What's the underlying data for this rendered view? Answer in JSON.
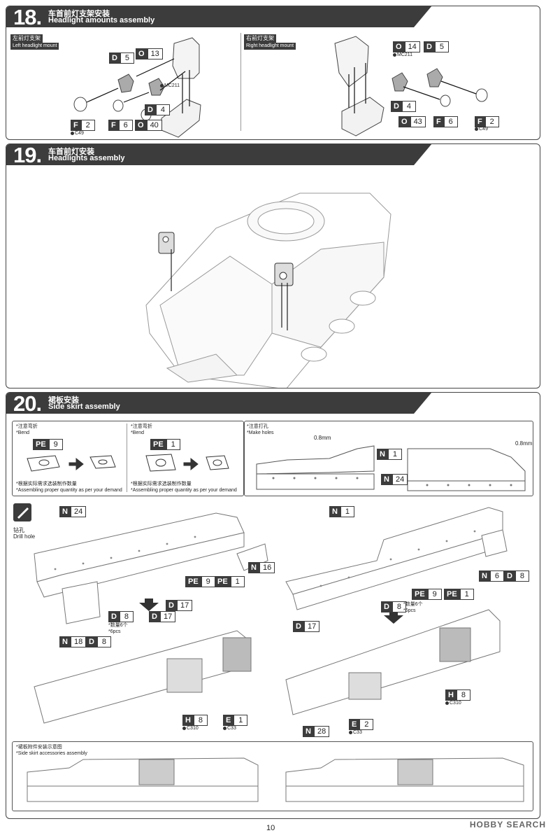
{
  "step18": {
    "number": "18.",
    "title_cn": "车首前灯支架安装",
    "title_en": "Headlight amounts assembly",
    "left_tag_cn": "左前灯支架",
    "left_tag_en": "Left headlight mount",
    "right_tag_cn": "右前灯支架",
    "right_tag_en": "Right headlight mount",
    "parts": {
      "d5": [
        "D",
        "5"
      ],
      "o13": [
        "O",
        "13"
      ],
      "d4": [
        "D",
        "4"
      ],
      "f2": [
        "F",
        "2"
      ],
      "f6": [
        "F",
        "6"
      ],
      "o40": [
        "O",
        "40"
      ],
      "o14": [
        "O",
        "14"
      ],
      "d5r": [
        "D",
        "5"
      ],
      "d4r": [
        "D",
        "4"
      ],
      "o43": [
        "O",
        "43"
      ],
      "f6r": [
        "F",
        "6"
      ],
      "f2r": [
        "F",
        "2"
      ]
    },
    "codes": {
      "mc211": "MC211",
      "c49": "C49",
      "mc211r": "MC211",
      "c49r": "C49"
    }
  },
  "step19": {
    "number": "19.",
    "title_cn": "车首前灯安装",
    "title_en": "Headlights assembly"
  },
  "step20": {
    "number": "20.",
    "title_cn": "裙板安装",
    "title_en": "Side skirt assembly",
    "bend_cn": "*注意弯折",
    "bend_en": "*Bend",
    "bend2_cn": "*注意弯折",
    "bend2_en": "*Bend",
    "holes_cn": "*注意打孔",
    "holes_en": "*Make holes",
    "pe9": [
      "PE",
      "9"
    ],
    "pe1": [
      "PE",
      "1"
    ],
    "qty_cn": "*根据实际需求选装制作数量",
    "qty_en": "*Assembling proper quantity as per your demand",
    "qty2_cn": "*根据实际需求选装制作数量",
    "qty2_en": "*Assembling proper quantity as per your demand",
    "mm1": "0.8mm",
    "mm2": "0.8mm",
    "n1a": [
      "N",
      "1"
    ],
    "n24a": [
      "N",
      "24"
    ],
    "drill_cn": "钻孔",
    "drill_en": "Drill hole",
    "left": {
      "n24": [
        "N",
        "24"
      ],
      "n16": [
        "N",
        "16"
      ],
      "pe9": [
        "PE",
        "9"
      ],
      "pe1": [
        "PE",
        "1"
      ],
      "d17a": [
        "D",
        "17"
      ],
      "d17b": [
        "D",
        "17"
      ],
      "d8": [
        "D",
        "8"
      ],
      "n18": [
        "N",
        "18"
      ],
      "d8b": [
        "D",
        "8"
      ],
      "qty_cn": "*数量6个",
      "qty_en": "*6pcs",
      "h8": [
        "H",
        "8"
      ],
      "e1": [
        "E",
        "1"
      ],
      "c310": "C310",
      "c33": "C33"
    },
    "right": {
      "n1": [
        "N",
        "1"
      ],
      "n6": [
        "N",
        "6"
      ],
      "d8": [
        "D",
        "8"
      ],
      "pe9": [
        "PE",
        "9"
      ],
      "pe1": [
        "PE",
        "1"
      ],
      "d8b": [
        "D",
        "8"
      ],
      "qty_cn": "*数量6个",
      "qty_en": "*6pcs",
      "d17": [
        "D",
        "17"
      ],
      "h8": [
        "H",
        "8"
      ],
      "c310": "C310",
      "e2": [
        "E",
        "2"
      ],
      "c33": "C33",
      "n28": [
        "N",
        "28"
      ]
    },
    "accessories_cn": "*裙板附件安装示意图",
    "accessories_en": "*Side skirt accessories assembly"
  },
  "page_number": "10",
  "watermark": "HOBBY SEARCH"
}
